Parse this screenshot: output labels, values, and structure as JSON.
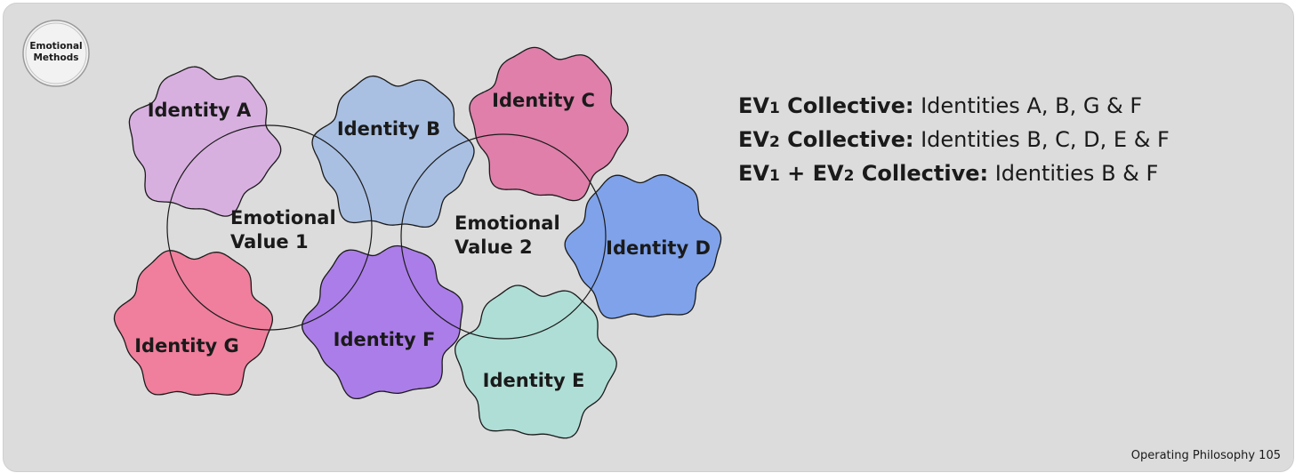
{
  "logo": {
    "line1": "Emotional",
    "line2": "Methods"
  },
  "identities": [
    {
      "id": "A",
      "label": "Identity A",
      "color": "#d8b0e0"
    },
    {
      "id": "B",
      "label": "Identity B",
      "color": "#a9c0e3"
    },
    {
      "id": "C",
      "label": "Identity C",
      "color": "#df7faa"
    },
    {
      "id": "D",
      "label": "Identity D",
      "color": "#7fa2ea"
    },
    {
      "id": "E",
      "label": "Identity E",
      "color": "#afded6"
    },
    {
      "id": "F",
      "label": "Identity F",
      "color": "#ab7de8"
    },
    {
      "id": "G",
      "label": "Identity G",
      "color": "#ef7f9c"
    }
  ],
  "emotional_values": [
    {
      "line1": "Emotional",
      "line2": "Value 1"
    },
    {
      "line1": "Emotional",
      "line2": "Value 2"
    }
  ],
  "legend": [
    {
      "prefix": "EV",
      "sub": "1",
      "title": " Collective:",
      "members": " Identities A, B, G & F"
    },
    {
      "prefix": "EV",
      "sub": "2",
      "title": " Collective:",
      "members": " Identities B, C, D, E & F"
    },
    {
      "prefix": "EV",
      "sub": "1",
      "mid": " + EV",
      "sub2": "2",
      "title": " Collective:",
      "members": " Identities B & F"
    }
  ],
  "footer": "Operating Philosophy 105"
}
